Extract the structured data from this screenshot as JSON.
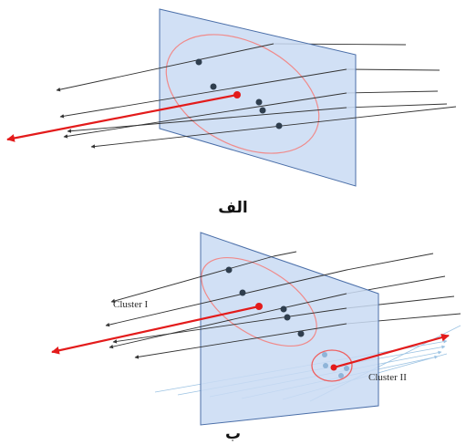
{
  "panels": {
    "a": {
      "caption": "الف"
    },
    "b": {
      "caption": "ب",
      "cluster_labels": {
        "first": "Cluster I",
        "second": "Cluster II"
      }
    }
  },
  "colors": {
    "plane_fill": "#c9dbf3",
    "plane_stroke": "#4a6ea8",
    "ray": "#333333",
    "highlight_ray": "#e31b1b",
    "cluster_ellipse": "#f08a8a",
    "point": "#2f3e4e",
    "faint_ray": "#9cc3e3",
    "faint_point": "#8fb4d8"
  }
}
